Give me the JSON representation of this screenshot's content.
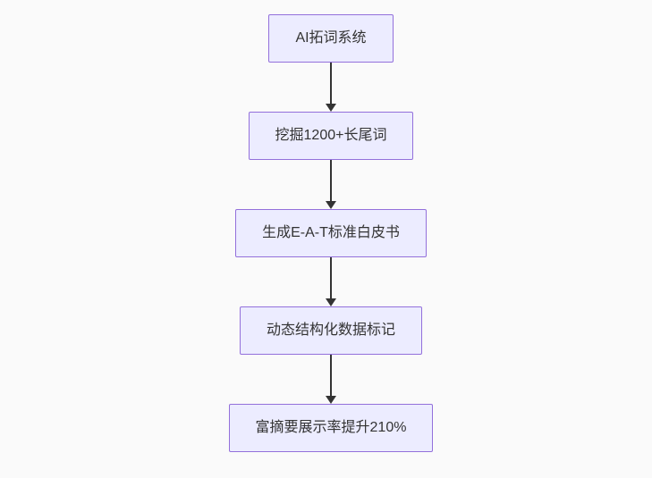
{
  "canvas": {
    "background_color": "#fafafa"
  },
  "flowchart": {
    "type": "vertical-flowchart",
    "node_fill_color": "#ececff",
    "node_border_color": "#9370db",
    "arrow_color": "#333333",
    "text_color": "#333333",
    "nodes": [
      {
        "label": "AI拓词系统"
      },
      {
        "label": "挖掘1200+长尾词"
      },
      {
        "label": "生成E-A-T标准白皮书"
      },
      {
        "label": "动态结构化数据标记"
      },
      {
        "label": "富摘要展示率提升210%"
      }
    ]
  }
}
